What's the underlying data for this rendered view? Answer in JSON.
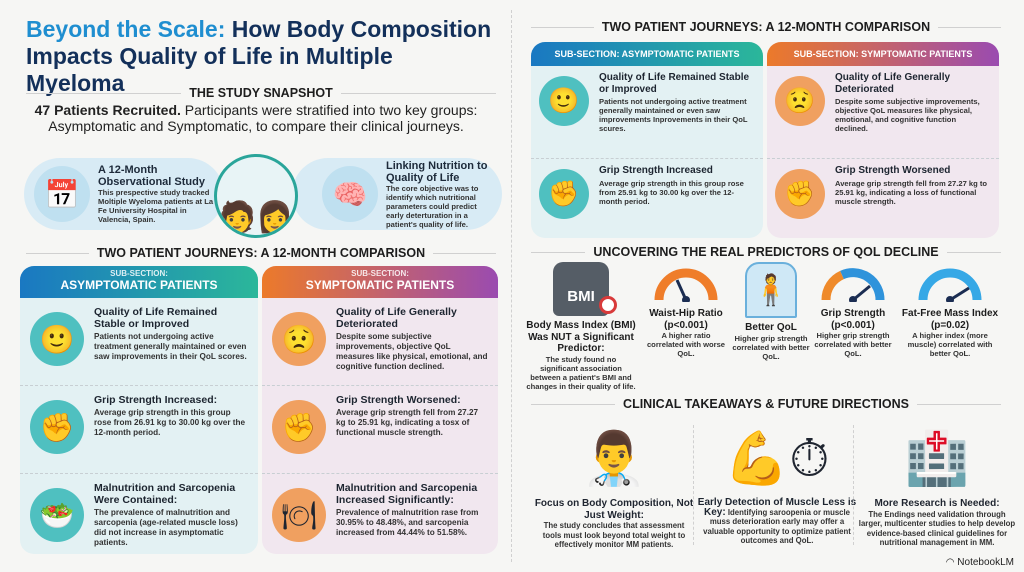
{
  "title": {
    "highlight": "Beyond the Scale:",
    "rest": " How Body Composition Impacts Quality of Life in Multiple Myeloma"
  },
  "snapshot": {
    "heading": "THE STUDY SNAPSHOT",
    "lead": "47 Patients Recruited.",
    "text": " Participants were stratified into two key groups: Asymptomatic and Symptomatic, to compare their clinical journeys.",
    "left": {
      "title": "A 12-Month Observational Study",
      "text": "This prespective study tracked Moltiple Wyeloma patients at La Fe University Hospital in Valencia, Spain."
    },
    "right": {
      "title": "Linking Nutrition to Quality of Life",
      "text": "The core objective was to identify which nutritional parameters could predict early deterturation in a patient's quality of life."
    }
  },
  "journeys_left": {
    "heading": "TWO PATIENT JOURNEYS: A 12-MONTH COMPARISON",
    "asy": {
      "sub": "SUB-SECTION:",
      "label": "ASYMPTOMATIC PATIENTS",
      "rows": [
        {
          "title": "Quality of Life Remained Stable or Improved",
          "text": "Patients not undergoing active treatment generally maintained or even saw improvements in their QoL scores."
        },
        {
          "title": "Grip Strength Increased:",
          "text": "Average grip strength in this group rose from 26.91 kg to 30.00 kg over the 12-month period."
        },
        {
          "title": "Malnutrition and Sarcopenia Were Contained:",
          "text": "The prevalence of malnutrition and sarcopenia (age-related muscle loss) did not increase in asymptomatic patients."
        }
      ]
    },
    "sym": {
      "sub": "SUB-SECTION:",
      "label": "SYMPTOMATIC PATIENTS",
      "rows": [
        {
          "title": "Quality of Life Generally Deteriorated",
          "text": "Despite some subjective improvements, objective QoL measures like physical, emotional, and cognitive function declined."
        },
        {
          "title": "Grip Strength Worsened:",
          "text": "Average grip strength fell from 27.27 kg to 25.91 kg, indicating a tosx of functional muscle strength."
        },
        {
          "title": "Malnutrition and Sarcopenia Increased Significantly:",
          "text": "Prevalence of malnutrition rase from 30.95% to 48.48%, and sarcopenia increased from 44.44% to 51.58%."
        }
      ]
    }
  },
  "journeys_right": {
    "heading": "TWO PATIENT JOURNEYS: A 12-MONTH COMPARISON",
    "asy": {
      "label": "SUB-SECTION: ASYMPTOMATIC PATIENTS",
      "rows": [
        {
          "title": "Quality of Life Remained Stable or Improved",
          "text": "Patients not undergoing active treatment generally maintained or even saw improvements Inprovements in their QoL scures."
        },
        {
          "title": "Grip Strength Increased",
          "text": "Average grip strength in this group rose from 25.91 kg to 30.00 kg over the 12-month period."
        }
      ]
    },
    "sym": {
      "label": "SUB-SECTION: SYMPTOMATIC PATIENTS",
      "rows": [
        {
          "title": "Quality of Life Generally Deteriorated",
          "text": "Despite some subjective improvements, objective QoL measures like physical, emotional, and cognitive function declined."
        },
        {
          "title": "Grip Strength Worsened",
          "text": "Average grip strength fell from 27.27 kg to 25.91 kg, indicating a loss of functional muscle strength."
        }
      ]
    }
  },
  "predictors": {
    "heading": "UNCOVERING THE REAL PREDICTORS OF QOL DECLINE",
    "bmi_label": "BMI",
    "items": [
      {
        "title": "Body Mass Index (BMI) Was NUT a Significant Predictor:",
        "text": "The study found no significant association between a patient's BMI and changes in their quality of life."
      },
      {
        "title": "Waist-Hip Ratio (p<0.001)",
        "text": "A higher ratio correlated with worse QoL."
      },
      {
        "title": "Better QoL",
        "text": "Higher grip strength correlated with better QoL."
      },
      {
        "title": "Grip Strength (p<0.001)",
        "text": "Higher grip strength correlated with better QoL."
      },
      {
        "title": "Fat-Free Mass Index (p=0.02)",
        "text": "A higher index (more muscle) correlated with better QoL."
      }
    ]
  },
  "takeaways": {
    "heading": "CLINICAL TAKEAWAYS & FUTURE DIRECTIONS",
    "items": [
      {
        "title": "Focus on Body Composition, Not Just Weight:",
        "text": "The study concludes that assessment tools must look beyond total weight to effectively monitor MM patients."
      },
      {
        "title": "Early Detection of Muscle Less is Key:",
        "text": " Identifying saroopenia or muscle muss deterioration early may offer a valuable opportunity to optimize patient outcomes and QoL."
      },
      {
        "title": "More Research is Needed:",
        "text": "The Endings need validation through larger, multicenter studies to help develop evidence-based clinical guidelines for nutritional management in MM."
      }
    ]
  },
  "brand": "NotebookLM"
}
